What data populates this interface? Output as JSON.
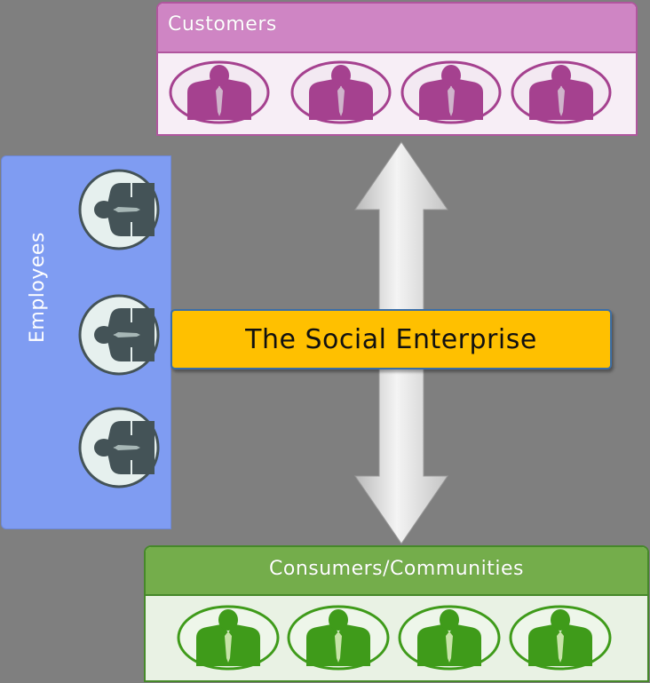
{
  "customers": {
    "title": "Customers",
    "icon_count": 4,
    "color": "#b0569e"
  },
  "employees": {
    "title": "Employees",
    "icon_count": 3,
    "color": "#445357"
  },
  "center": {
    "title": "The Social Enterprise",
    "color": "#ffc000"
  },
  "consumers": {
    "title": "Consumers/Communities",
    "icon_count": 4,
    "color": "#3f9b1a"
  },
  "icons": {
    "customer": "person-with-tie-icon",
    "employee": "person-with-tie-icon",
    "consumer": "person-with-tie-icon"
  },
  "connector": "double-headed-arrow-icon"
}
